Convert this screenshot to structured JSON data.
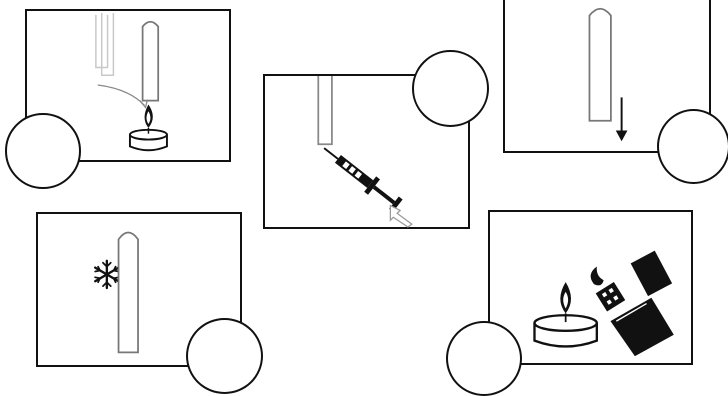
{
  "figure": {
    "panels": [
      {
        "id": "panel-1",
        "scene": "tube-over-tealight-flame"
      },
      {
        "id": "panel-2",
        "scene": "syringe-into-tube"
      },
      {
        "id": "panel-3",
        "scene": "tube-with-down-arrow"
      },
      {
        "id": "panel-4",
        "scene": "tube-with-snowflake"
      },
      {
        "id": "panel-5",
        "scene": "tealight-and-lighter"
      }
    ],
    "step_markers": [
      {
        "panel": "panel-1",
        "label": ""
      },
      {
        "panel": "panel-2",
        "label": ""
      },
      {
        "panel": "panel-3",
        "label": ""
      },
      {
        "panel": "panel-4",
        "label": ""
      },
      {
        "panel": "panel-5",
        "label": ""
      }
    ],
    "icons": [
      "test-tube-icon",
      "tealight-candle-icon",
      "flame-icon",
      "curved-arrow-icon",
      "syringe-icon",
      "arrow-down-icon",
      "snowflake-icon",
      "lighter-icon"
    ],
    "colors": {
      "line": "#111111",
      "tube_outline": "#777777",
      "ghost_outline": "#c8c8c8",
      "fill_dark": "#111111",
      "background": "#ffffff"
    }
  }
}
